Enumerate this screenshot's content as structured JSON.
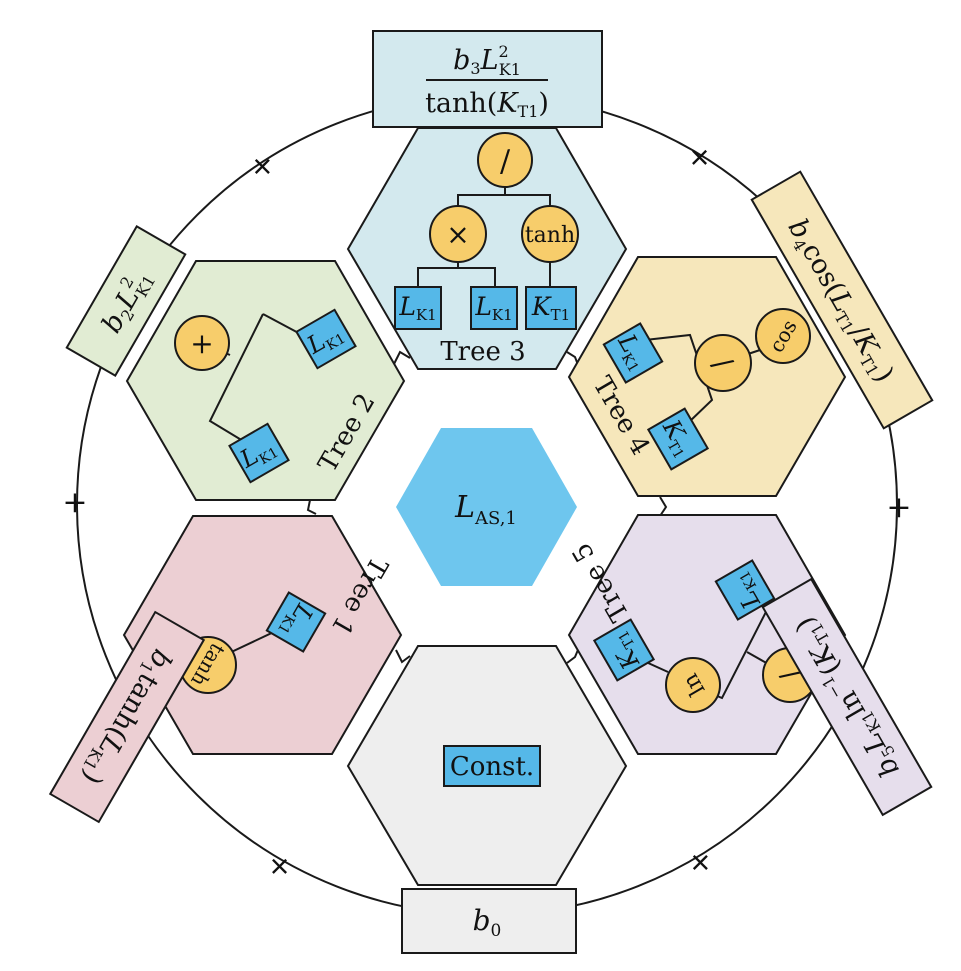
{
  "center": {
    "main": "L",
    "sub": "AS,1",
    "color": "#6ec6ee"
  },
  "plus_sign": "+",
  "colors": {
    "tree3": "#d3e9ee",
    "tree2": "#e1ecd3",
    "tree4": "#f6e7bb",
    "tree1": "#eccfd3",
    "tree5": "#e6deec",
    "const": "#eeeeee",
    "op_node": "#f7cd6b",
    "leaf_node": "#55b8e8",
    "line": "#1a1a1a"
  },
  "trees": {
    "tree3": {
      "title": "Tree 3",
      "op_root": "/",
      "op_left": "×",
      "op_right": "tanh",
      "leaf1_main": "L",
      "leaf1_sub": "K1",
      "leaf2_main": "L",
      "leaf2_sub": "K1",
      "leaf3_main": "K",
      "leaf3_sub": "T1"
    },
    "tree2": {
      "title": "Tree 2",
      "op": "+",
      "leaf1_main": "L",
      "leaf1_sub": "K1",
      "leaf2_main": "L",
      "leaf2_sub": "K1"
    },
    "tree4": {
      "title": "Tree 4",
      "op1": "/",
      "op2": "cos",
      "leaf1_main": "L",
      "leaf1_sub": "K1",
      "leaf2_main": "K",
      "leaf2_sub": "T1"
    },
    "tree1": {
      "title": "Tree 1",
      "op": "tanh",
      "leaf_main": "L",
      "leaf_sub": "K1"
    },
    "tree5": {
      "title": "Tree 5",
      "op_ln": "ln",
      "op_div": "/",
      "leaf1_main": "L",
      "leaf1_sub": "K1",
      "leaf2_main": "K",
      "leaf2_sub": "T1"
    },
    "const": {
      "label": "Const."
    }
  },
  "formulas": {
    "top": {
      "coef": "b",
      "idx": "3",
      "L": "L",
      "sup": "2",
      "sub": "K1",
      "den_fn": "tanh(",
      "den_var": "K",
      "den_sub": "T1",
      "den_close": ")"
    },
    "left_top": {
      "coef": "b",
      "idx": "2",
      "L": "L",
      "sup": "2",
      "sub": "K1"
    },
    "right_top": {
      "coef": "b",
      "idx": "4",
      "fn": "cos(",
      "v1": "L",
      "s1": "T1",
      "slash": "/",
      "v2": "K",
      "s2": "T1",
      "close": ")"
    },
    "left_bottom": {
      "coef": "b",
      "idx": "1",
      "fn": "tanh(",
      "v": "L",
      "s": "K1",
      "close": ")"
    },
    "right_bottom": {
      "coef": "b",
      "idx": "5",
      "v1": "L",
      "s1": "K1",
      "fn": "ln",
      "sup": "−1",
      "open": "(",
      "v2": "K",
      "s2": "T1",
      "close": ")"
    },
    "bottom": {
      "coef": "b",
      "idx": "0"
    }
  }
}
